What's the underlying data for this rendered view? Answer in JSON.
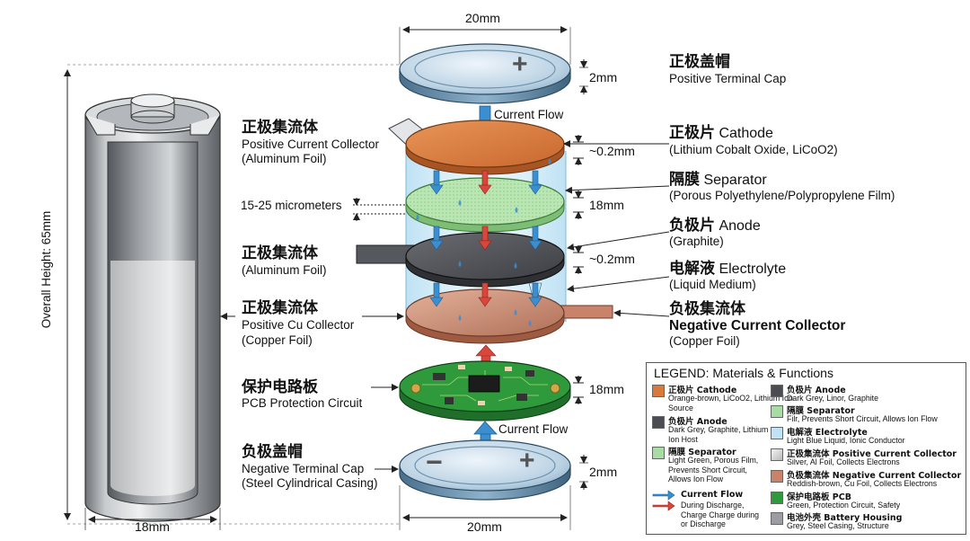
{
  "colors": {
    "cathode": "#d97a3c",
    "anode": "#4b4d52",
    "separator": "#a9dca4",
    "electrolyte": "#bfe3f5",
    "aluminum": "#d9d9d9",
    "copper": "#c8836a",
    "pcb": "#2f9a3c",
    "housing": "#9a9ea3",
    "flow_blue": "#3b8ed0",
    "flow_red": "#d9463c"
  },
  "housing": {
    "height_label": "Overall Height: 65mm",
    "width_label": "18mm"
  },
  "top_cap": {
    "dim_width": "20mm",
    "dim_height": "2mm",
    "cn": "正极盖帽",
    "en": "Positive Terminal Cap",
    "plus": "+"
  },
  "cathode": {
    "cn": "正极片",
    "en": "Cathode",
    "desc": "(Lithium Cobalt Oxide, LiCoO2)",
    "thickness": "~0.2mm"
  },
  "current_flow_top": "Current Flow",
  "left_collector_1": {
    "cn": "正极集流体",
    "en": "Positive Current Collector",
    "desc": "(Aluminum Foil)"
  },
  "separator": {
    "cn": "隔膜",
    "en": "Separator",
    "desc": "(Porous Polyethylene/Polypropylene Film)",
    "thickness": "18mm",
    "micrometers": "15-25 micrometers"
  },
  "anode": {
    "cn": "负极片",
    "en": "Anode",
    "desc": "(Graphite)",
    "thickness": "~0.2mm"
  },
  "left_collector_2": {
    "cn": "正极集流体",
    "desc": "(Aluminum Foil)"
  },
  "electrolyte": {
    "cn": "电解液",
    "en": "Electrolyte",
    "desc": "(Liquid Medium)"
  },
  "left_collector_3": {
    "cn": "正极集流体",
    "en": "Positive Cu Collector",
    "desc": "(Copper Foil)"
  },
  "neg_collector": {
    "cn": "负极集流体",
    "en": "Negative Current Collector",
    "desc": "(Copper Foil)"
  },
  "pcb": {
    "cn": "保护电路板",
    "en": "PCB Protection Circuit",
    "thickness": "18mm"
  },
  "current_flow_bottom": "Current Flow",
  "bottom_cap": {
    "cn": "负极盖帽",
    "en": "Negative Terminal Cap",
    "desc": "(Steel Cylindrical Casing)",
    "dim_height": "2mm",
    "dim_width": "20mm",
    "minus": "−",
    "plus": "+"
  },
  "legend": {
    "title": "LEGEND: Materials & Functions",
    "items": [
      {
        "name": "正极片 Cathode",
        "desc": "Orange-brown, LiCoO2, Lithium Ion Source",
        "color": "#d97a3c"
      },
      {
        "name": "负极片 Anode",
        "desc": "Dark Grey, Linor, Graphite",
        "color": "#4b4d52"
      },
      {
        "name": "负极片 Anode",
        "desc": "Dark Grey, Graphite, Lithium Ion Host",
        "color": "#4b4d52"
      },
      {
        "name": "隔膜 Separator",
        "desc": "Filr, Prevents Short Circuit, Allows Ion Flow",
        "color": "#a9dca4"
      },
      {
        "name": "电解液 Electrolyte",
        "desc": "Light Blue Liquid, Ionic Conductor",
        "color": "#bfe3f5"
      },
      {
        "name": "隔膜 Separator",
        "desc": "Light Green, Porous Film, Prevents Short Circuit, Allows Ion Flow",
        "color": "#a9dca4"
      },
      {
        "name": "正极集流体 Positive Current Collector",
        "desc": "Silver, Al Foil, Collects Electrons",
        "color": "#d9d9d9"
      },
      {
        "name": "负极集流体 Negative Current Collector",
        "desc": "Reddish-brown, Cu Foil, Collects Electrons",
        "color": "#c8836a"
      },
      {
        "name": "Current Flow",
        "desc": "During Discharge, Charge Charge during or Discharge",
        "color": "#3b8ed0"
      },
      {
        "name": "保护电路板 PCB",
        "desc": "Green, Protection Circuit, Safety",
        "color": "#2f9a3c"
      },
      {
        "name": "电池外壳 Battery Housing",
        "desc": "Grey, Steel Casing, Structure",
        "color": "#9a9ea3"
      }
    ]
  }
}
